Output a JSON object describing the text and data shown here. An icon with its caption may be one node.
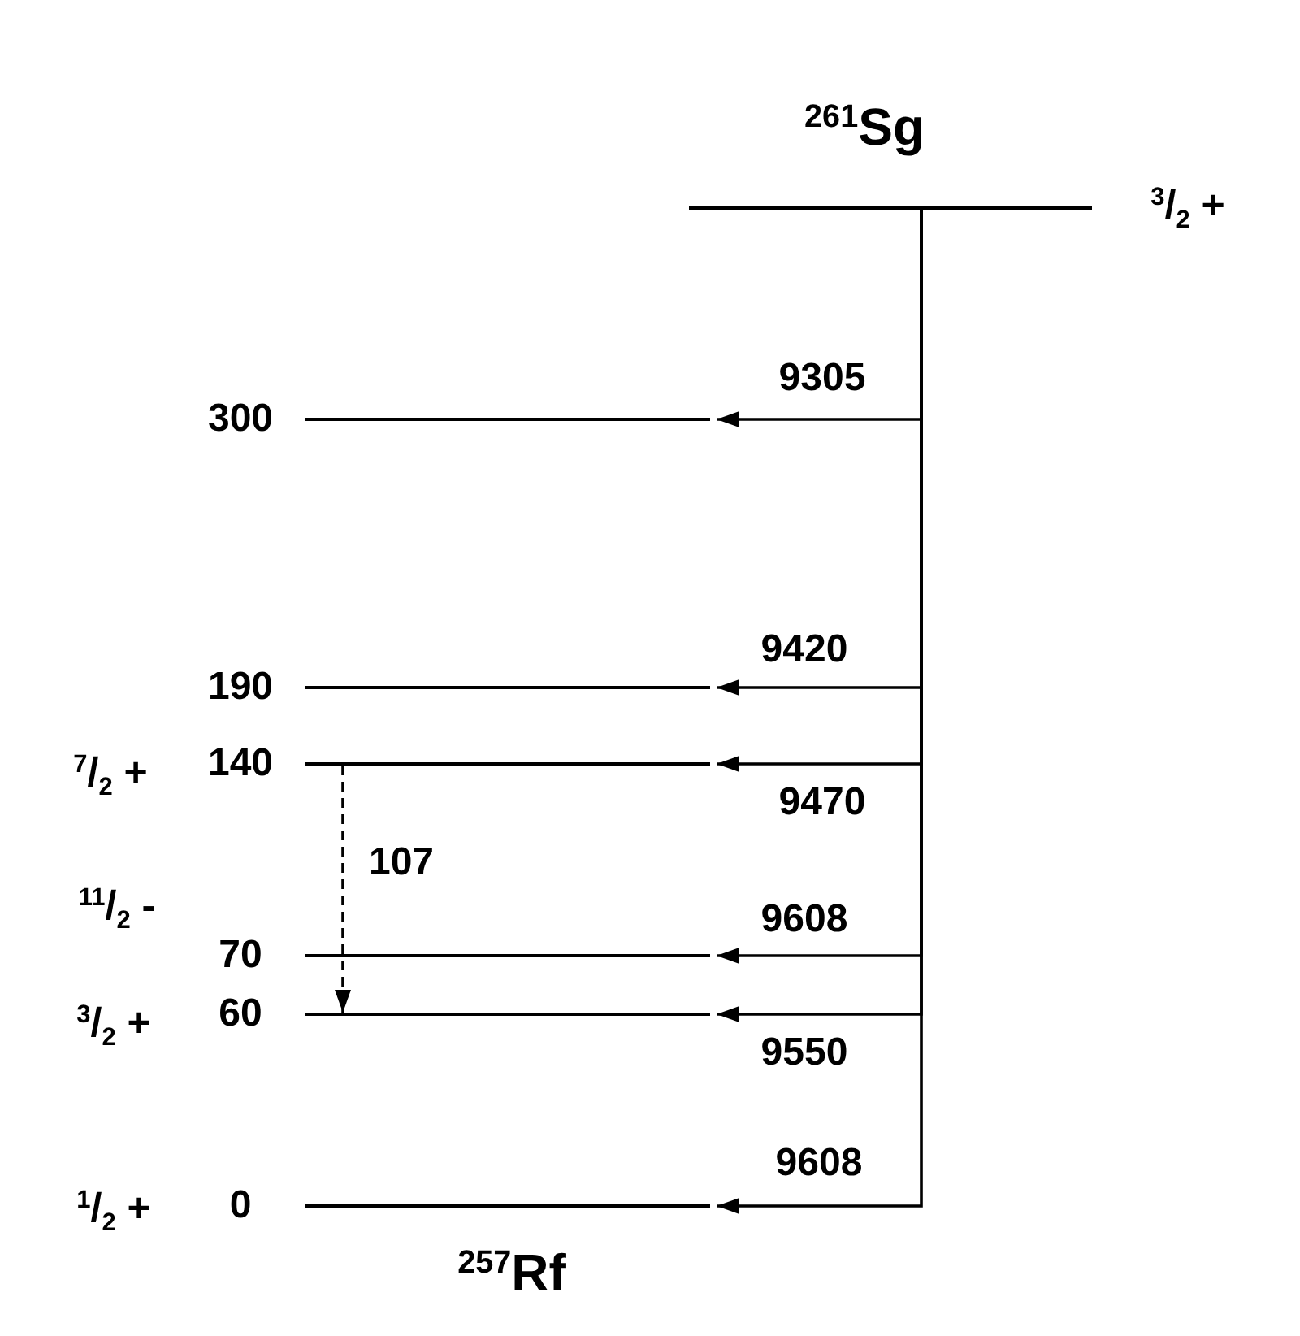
{
  "diagram": {
    "nodes": [
      {
        "text": [],
        "shape": "line",
        "beside": [
          "$^{261}$Sg",
          "$^{3}$/$_{2}$ +"
        ]
      },
      {
        "text": [],
        "shape": "line",
        "beside": [
          "300"
        ]
      },
      {
        "text": [],
        "shape": "line",
        "beside": [
          "190"
        ]
      },
      {
        "text": [],
        "shape": "line",
        "beside": [
          "$^{7}$/$_{2}$ +",
          "140"
        ]
      },
      {
        "text": [],
        "shape": "line",
        "beside": [
          "$^{11}$/$_{2}$ -",
          "70"
        ]
      },
      {
        "text": [],
        "shape": "line",
        "beside": [
          "$^{3}$/$_{2}$ +",
          "60"
        ]
      },
      {
        "text": [],
        "shape": "line",
        "beside": [
          "$^{1}$/$_{2}$ +",
          "0"
        ]
      }
    ],
    "edges": [
      {
        "from": 0,
        "to": 1,
        "arrow": "to",
        "label": "9305"
      },
      {
        "from": 0,
        "to": 2,
        "arrow": "to",
        "label": "9420"
      },
      {
        "from": 0,
        "to": 3,
        "arrow": "to",
        "label": "9470"
      },
      {
        "from": 0,
        "to": 4,
        "arrow": "to",
        "label": "9608"
      },
      {
        "from": 0,
        "to": 5,
        "arrow": "to",
        "label": "9550"
      },
      {
        "from": 0,
        "to": 6,
        "arrow": "to",
        "label": "9608"
      },
      {
        "from": 3,
        "to": 5,
        "arrow": "to",
        "label": "107",
        "style": "dashed"
      }
    ],
    "labels": [
      "$^{257}$Rf"
    ]
  }
}
